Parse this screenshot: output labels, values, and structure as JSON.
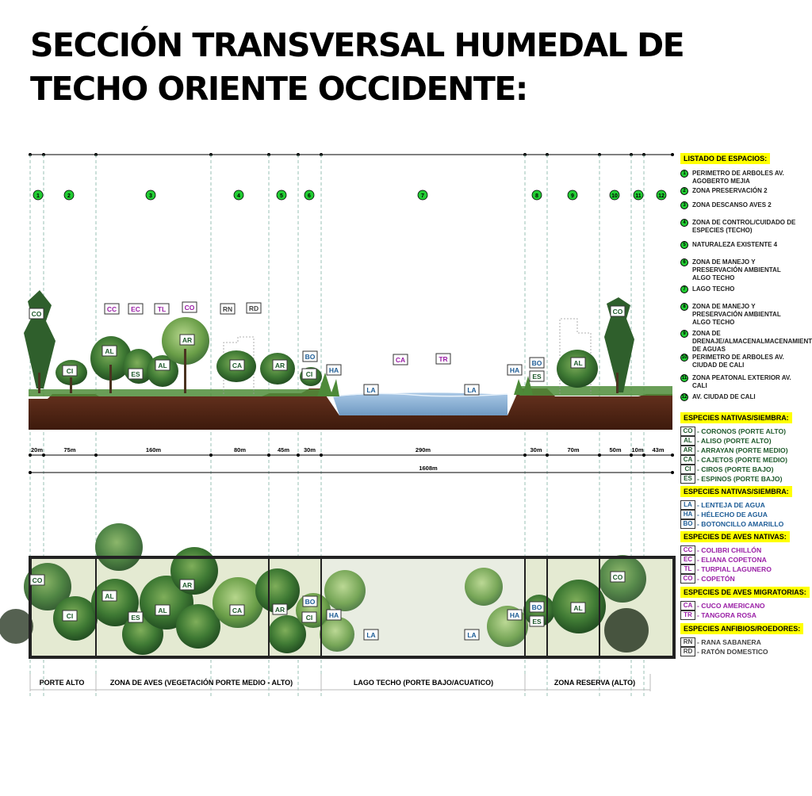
{
  "title": "SECCIÓN TRANSVERSAL HUMEDAL DE TECHO ORIENTE OCCIDENTE:",
  "colors": {
    "trees": "#1f5a2c",
    "aquatic": "#1d5c96",
    "birds": "#9a1fa6",
    "fauna": "#444444",
    "zone_marker": "#22cc33",
    "highlight": "#ffff00",
    "soil": "#5a2a16",
    "water": "#8fb6d9"
  },
  "zone_numbers": [
    "1",
    "2",
    "3",
    "4",
    "5",
    "6",
    "7",
    "8",
    "9",
    "10",
    "11",
    "12"
  ],
  "widths": [
    "20m",
    "75m",
    "160m",
    "80m",
    "45m",
    "30m",
    "290m",
    "30m",
    "70m",
    "50m",
    "10m",
    "43m"
  ],
  "total_width": "1608m",
  "section_tags": {
    "co_left": "CO",
    "ci_left": "CI",
    "al_1": "AL",
    "es_1": "ES",
    "al_2": "AL",
    "ar_1": "AR",
    "cc": "CC",
    "ec": "EC",
    "tl": "TL",
    "co_bird": "CO",
    "rn": "RN",
    "rd": "RD",
    "ca_1": "CA",
    "ar_2": "AR",
    "bo_1": "BO",
    "ci_2": "CI",
    "ha_1": "HA",
    "ca_bird": "CA",
    "tr_bird": "TR",
    "la_1": "LA",
    "la_2": "LA",
    "ha_2": "HA",
    "bo_2": "BO",
    "es_2": "ES",
    "al_3": "AL",
    "co_right": "CO"
  },
  "plan_tags": {
    "co_left": "CO",
    "ci": "CI",
    "al_1": "AL",
    "es": "ES",
    "al_2": "AL",
    "ar_1": "AR",
    "ca": "CA",
    "ar_2": "AR",
    "bo_1": "BO",
    "ci_2": "CI",
    "ha_1": "HA",
    "la_1": "LA",
    "la_2": "LA",
    "ha_2": "HA",
    "bo_2": "BO",
    "es_2": "ES",
    "al_3": "AL",
    "co_right": "CO"
  },
  "bottom_zones": [
    "PORTE ALTO",
    "ZONA DE AVES (VEGETACIÓN PORTE MEDIO - ALTO)",
    "LAGO TECHO (PORTE BAJO/ACUATICO)",
    "ZONA RESERVA (ALTO)"
  ],
  "legend": {
    "spaces_header": "LISTADO DE ESPACIOS:",
    "spaces": [
      {
        "num": "1",
        "text": "PERIMETRO DE ARBOLES AV. AGOBERTO MEJIA"
      },
      {
        "num": "2",
        "text": "ZONA PRESERVACIÓN 2"
      },
      {
        "num": "3",
        "text": "ZONA DESCANSO AVES 2"
      },
      {
        "num": "4",
        "text": "ZONA DE CONTROL/CUIDADO DE ESPECIES (TECHO)"
      },
      {
        "num": "5",
        "text": "NATURALEZA EXISTENTE 4"
      },
      {
        "num": "6",
        "text": "ZONA DE MANEJO Y PRESERVACIÓN AMBIENTAL ALGO TECHO"
      },
      {
        "num": "7",
        "text": "LAGO TECHO"
      },
      {
        "num": "8",
        "text": "ZONA DE MANEJO Y PRESERVACIÓN AMBIENTAL ALGO TECHO"
      },
      {
        "num": "9",
        "text": "ZONA DE DRENAJE/ALMACENALMACENAMIENTO DE AGUAS"
      },
      {
        "num": "10",
        "text": "PERIMETRO DE ARBOLES AV. CIUDAD DE CALI"
      },
      {
        "num": "11",
        "text": "ZONA PEATONAL EXTERIOR AV. CALI"
      },
      {
        "num": "12",
        "text": "AV. CIUDAD DE CALI"
      }
    ],
    "trees_header": "ESPECIES NATIVAS/SIEMBRA:",
    "trees": [
      {
        "code": "CO",
        "name": "- CORONOS (PORTE ALTO)"
      },
      {
        "code": "AL",
        "name": "- ALISO (PORTE ALTO)"
      },
      {
        "code": "AR",
        "name": "- ARRAYAN (PORTE MEDIO)"
      },
      {
        "code": "CA",
        "name": "- CAJETOS (PORTE MEDIO)"
      },
      {
        "code": "CI",
        "name": "- CIROS (PORTE BAJO)"
      },
      {
        "code": "ES",
        "name": "- ESPINOS (PORTE BAJO)"
      }
    ],
    "aquatic_header": "ESPECIES NATIVAS/SIEMBRA:",
    "aquatic": [
      {
        "code": "LA",
        "name": "- LENTEJA DE AGUA"
      },
      {
        "code": "HA",
        "name": "- HÉLECHO DE AGUA"
      },
      {
        "code": "BO",
        "name": "- BOTONCILLO AMARILLO"
      }
    ],
    "birds_header": "ESPECIES DE AVES NATIVAS:",
    "birds": [
      {
        "code": "CC",
        "name": "- COLIBRI CHILLÓN"
      },
      {
        "code": "EC",
        "name": "- ELIANA COPETONA"
      },
      {
        "code": "TL",
        "name": "- TURPIAL LAGUNERO"
      },
      {
        "code": "CO",
        "name": "- COPETÓN"
      }
    ],
    "migratory_header": "ESPECIES DE AVES MIGRATORIAS:",
    "migratory": [
      {
        "code": "CA",
        "name": "- CUCO AMERICANO"
      },
      {
        "code": "TR",
        "name": "- TANGORA ROSA"
      }
    ],
    "fauna_header": "ESPECIES ANFIBIOS/ROEDORES:",
    "fauna": [
      {
        "code": "RN",
        "name": "- RANA SABANERA"
      },
      {
        "code": "RD",
        "name": "- RATÓN DOMESTICO"
      }
    ]
  }
}
